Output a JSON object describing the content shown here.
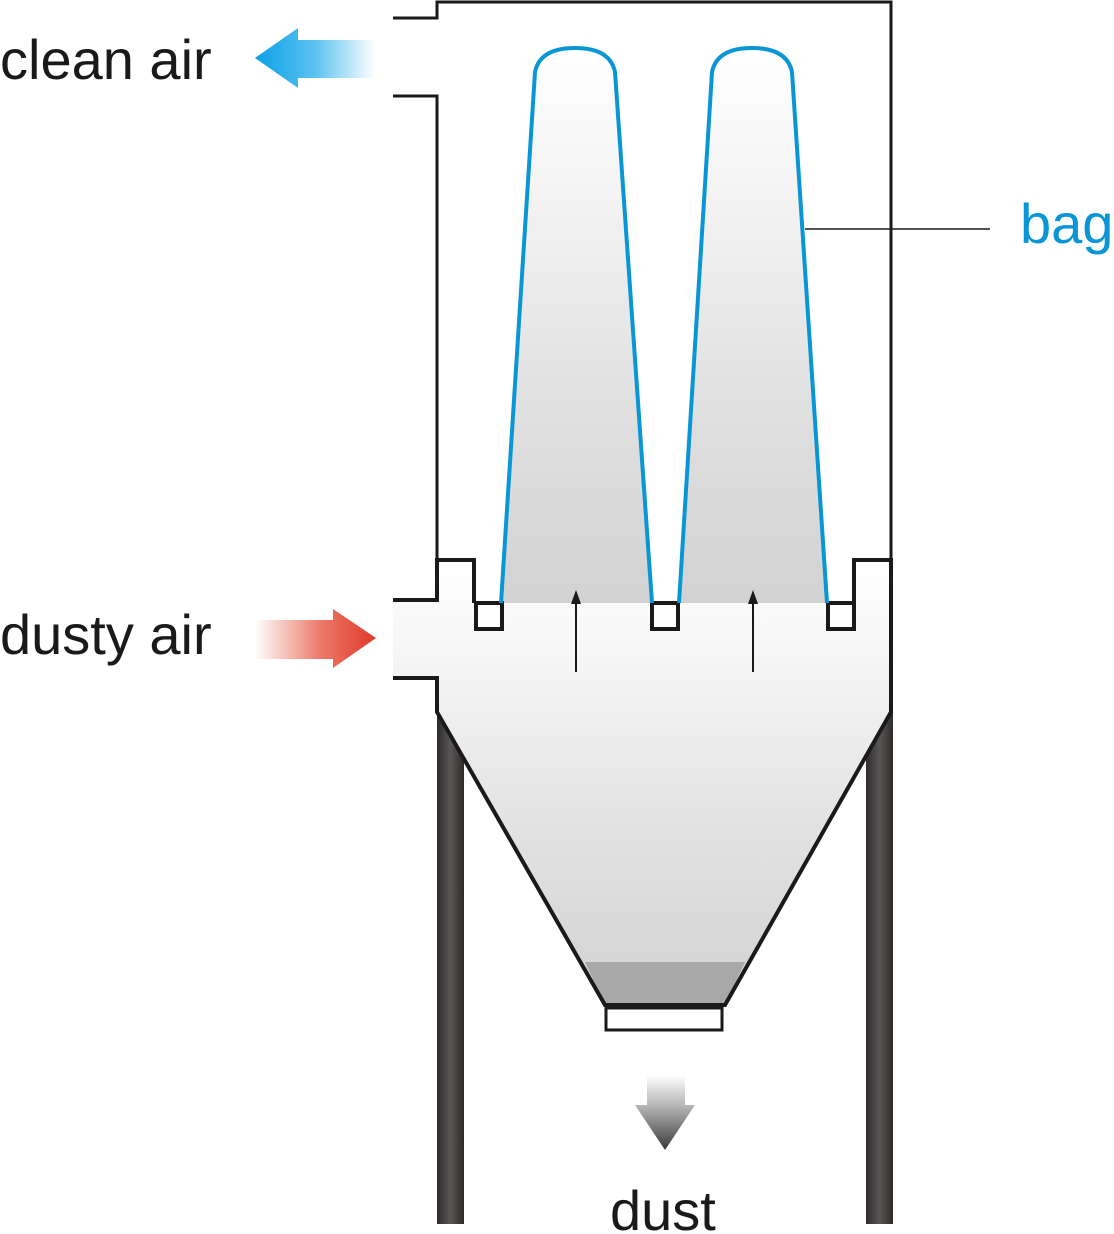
{
  "labels": {
    "clean_air": "clean air",
    "dusty_air": "dusty air",
    "bag": "bag",
    "dust": "dust"
  },
  "colors": {
    "clean_air_arrow": "#0aa0e6",
    "dusty_air_arrow": "#e0392a",
    "bag": "#0a96d6",
    "bag_label": "#0a96d6",
    "outline": "#1a1a1a",
    "legs": "#4a4646",
    "dust_layer": "#a8a8a8",
    "text": "#1a1a1a"
  }
}
